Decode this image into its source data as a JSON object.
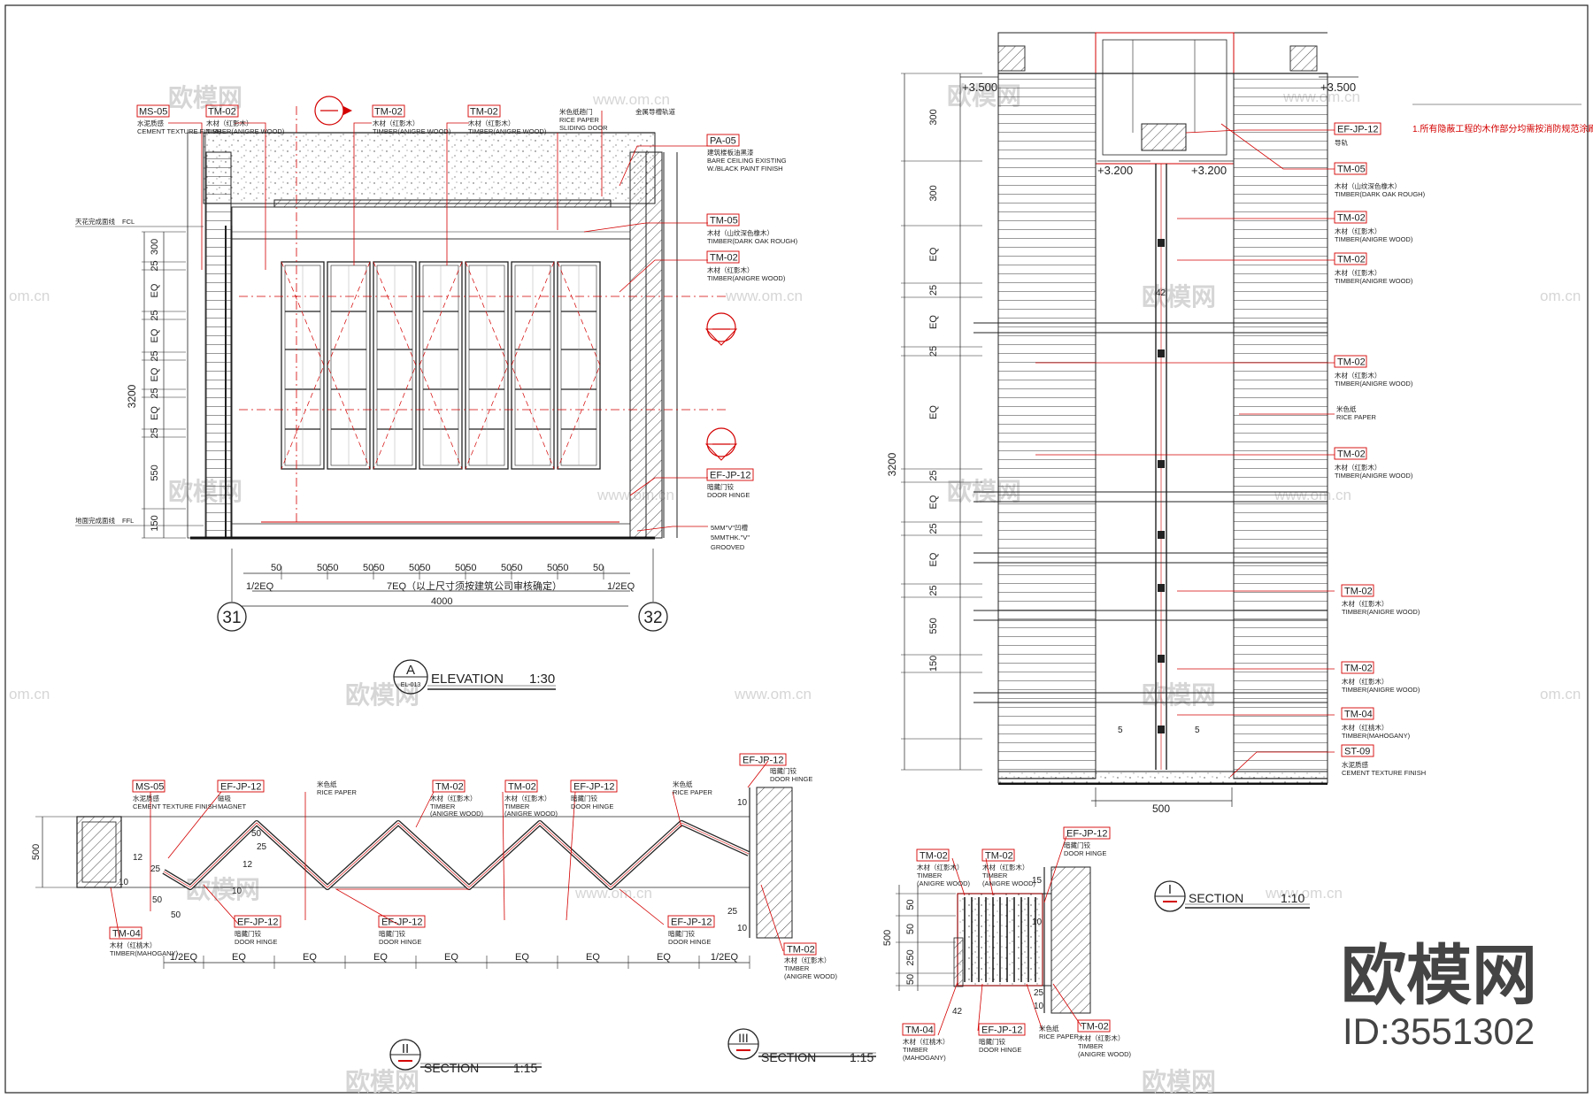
{
  "colors": {
    "ink": "#222222",
    "annotation": "#d40000",
    "watermark": "#d6d6d6",
    "background": "#ffffff"
  },
  "watermark": {
    "brand": "欧模网",
    "id": "ID:3551302",
    "site": "www.om.cn",
    "site_short": "om.cn"
  },
  "drawing_a": {
    "symbol": "A",
    "sheet_ref": "EL-013",
    "title": "ELEVATION",
    "scale": "1:30",
    "tags": {
      "ms05": "MS-05",
      "tm02": "TM-02",
      "pa05": "PA-05",
      "tm05": "TM-05",
      "efjp12": "EF-JP-12"
    },
    "notes": {
      "ms05_cn": "水泥质感",
      "ms05_en": "CEMENT TEXTURE FINISH",
      "tm02_cn": "木材（红影木）",
      "tm02_en": "TIMBER(ANIGRE WOOD)",
      "rice_cn": "米色纸趟门",
      "rice_en1": "RICE PAPER",
      "rice_en2": "SLIDING DOOR",
      "metal_cn": "金属导槽轨道",
      "pa05_cn": "建筑楼板油黑漆",
      "pa05_en1": "BARE CEILING EXISTING",
      "pa05_en2": "W./BLACK PAINT FINISH",
      "tm05_cn": "木材（山纹深色橡木）",
      "tm05_en": "TIMBER(DARK OAK ROUGH)",
      "hinge_cn": "暗藏门铰",
      "hinge_en": "DOOR HINGE",
      "groove1": "5MM\"V\"凹槽",
      "groove2": "5MMTHK.\"V\"",
      "groove3": "GROOVED",
      "fcl_cn": "天花完成面线",
      "fcl": "FCL",
      "ffl_cn": "地面完成面线",
      "ffl": "FFL"
    },
    "vdims": [
      "300",
      "25",
      "EQ",
      "25",
      "EQ",
      "25",
      "EQ",
      "25",
      "EQ",
      "25",
      "550",
      "150"
    ],
    "vtotal": "3200",
    "hdims": [
      "50",
      "5050",
      "5050",
      "5050",
      "5050",
      "5050",
      "5050",
      "50"
    ],
    "half_eq": "1/2EQ",
    "seven_eq": "7EQ（以上尺寸须按建筑公司审核确定）",
    "width": "4000",
    "grids": [
      "31",
      "32"
    ]
  },
  "drawing_1": {
    "symbol": "I",
    "title": "SECTION",
    "scale": "1:10",
    "levels": [
      "+3.500",
      "+3.500",
      "+3.200",
      "+3.200"
    ],
    "note": "1.所有隐蔽工程的木作部分均需按消防规范涂刷防火漆",
    "vdims": [
      "300",
      "300",
      "EQ",
      "25",
      "EQ",
      "25",
      "EQ",
      "25",
      "EQ",
      "25",
      "EQ",
      "25",
      "550",
      "150"
    ],
    "vtotal": "3200",
    "width": "500",
    "small": [
      "42",
      "5",
      "5"
    ],
    "tags": [
      "EF-JP-12",
      "TM-05",
      "TM-02",
      "TM-02",
      "TM-02",
      "TM-02",
      "TM-02",
      "TM-02",
      "TM-04",
      "ST-09"
    ],
    "notes": {
      "track": "导轨",
      "tm05_cn": "木材（山纹深色橡木）",
      "tm05_en": "TIMBER(DARK OAK ROUGH)",
      "tm02_cn": "木材（红影木）",
      "tm02_en": "TIMBER(ANIGRE WOOD)",
      "rice_cn": "米色纸",
      "rice_en": "RICE PAPER",
      "tm04_cn": "木材（红桃木）",
      "tm04_en": "TIMBER(MAHOGANY)",
      "st09_cn": "水泥质感",
      "st09_en": "CEMENT TEXTURE FINISH"
    }
  },
  "drawing_2": {
    "symbol": "II",
    "title": "SECTION",
    "scale": "1:15",
    "tags": [
      "MS-05",
      "EF-JP-12",
      "TM-02",
      "TM-02",
      "EF-JP-12",
      "EF-JP-12",
      "TM-04",
      "EF-JP-12",
      "EF-JP-12",
      "EF-JP-12",
      "TM-02"
    ],
    "notes": {
      "ms05_cn": "水泥质感",
      "ms05_en": "CEMENT TEXTURE FINISH",
      "magnet_cn": "磁吸",
      "magnet_en": "MAGNET",
      "rice_cn": "米色纸",
      "rice_en": "RICE PAPER",
      "tm02_cn": "木材（红影木）",
      "tm02_en1": "TIMBER",
      "tm02_en2": "(ANIGRE WOOD)",
      "hinge_cn": "暗藏门铰",
      "hinge_en": "DOOR HINGE",
      "tm04_cn": "木材（红桃木）",
      "tm04_en": "TIMBER(MAHOGANY)"
    },
    "depth": "500",
    "hdims": [
      "1/2EQ",
      "EQ",
      "EQ",
      "EQ",
      "EQ",
      "EQ",
      "EQ",
      "EQ",
      "1/2EQ"
    ],
    "small": [
      "12",
      "10",
      "50",
      "25",
      "50",
      "12",
      "10",
      "50",
      "25",
      "10",
      "25",
      "10"
    ]
  },
  "drawing_3": {
    "symbol": "III",
    "title": "SECTION",
    "scale": "1:15",
    "tags": [
      "TM-02",
      "TM-02",
      "EF-JP-12",
      "TM-04",
      "EF-JP-12",
      "TM-02"
    ],
    "notes": {
      "tm02_cn": "木材（红影木）",
      "tm02_en1": "TIMBER",
      "tm02_en2": "(ANIGRE WOOD)",
      "hinge_cn": "暗藏门铰",
      "hinge_en": "DOOR HINGE",
      "tm04_cn": "木材（红桃木）",
      "tm04_en1": "TIMBER",
      "tm04_en2": "(MAHOGANY)",
      "rice_cn": "米色纸",
      "rice_en": "RICE PAPER"
    },
    "vdims": [
      "50",
      "50",
      "250",
      "50"
    ],
    "vtotal": "500",
    "small": [
      "42",
      "15",
      "10",
      "25",
      "10"
    ]
  }
}
